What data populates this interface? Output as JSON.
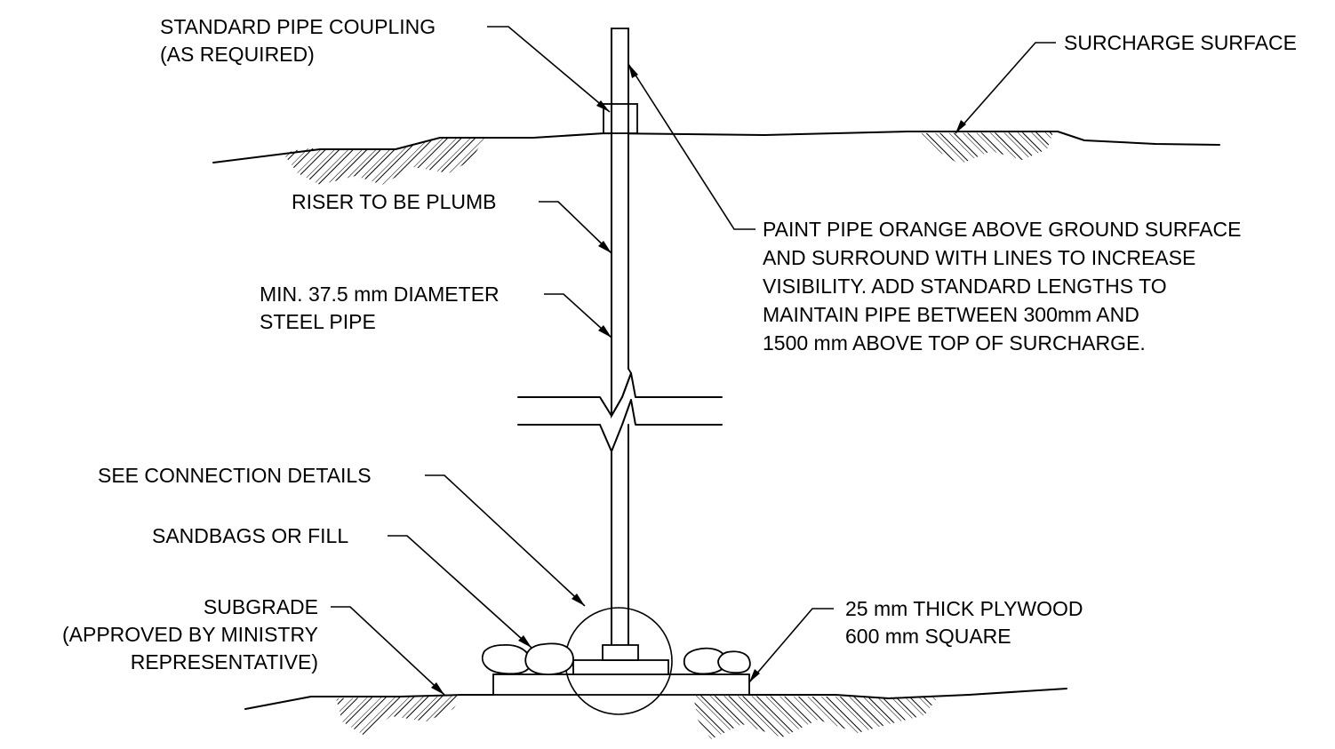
{
  "labels": {
    "coupling": [
      "STANDARD PIPE COUPLING",
      "(AS REQUIRED)"
    ],
    "surcharge_surface": "SURCHARGE SURFACE",
    "riser": "RISER TO BE PLUMB",
    "paint_note": [
      "PAINT PIPE ORANGE ABOVE GROUND SURFACE",
      "AND SURROUND WITH LINES TO INCREASE",
      "VISIBILITY. ADD STANDARD LENGTHS TO",
      "MAINTAIN PIPE BETWEEN 300mm AND",
      "1500 mm ABOVE TOP OF SURCHARGE."
    ],
    "steel_pipe": [
      "MIN. 37.5 mm DIAMETER",
      "STEEL PIPE"
    ],
    "connection_details": "SEE CONNECTION DETAILS",
    "sandbags": "SANDBAGS OR FILL",
    "subgrade": [
      "SUBGRADE",
      "(APPROVED BY MINISTRY",
      "REPRESENTATIVE)"
    ],
    "plywood": [
      "25 mm THICK PLYWOOD",
      "600 mm SQUARE"
    ]
  }
}
